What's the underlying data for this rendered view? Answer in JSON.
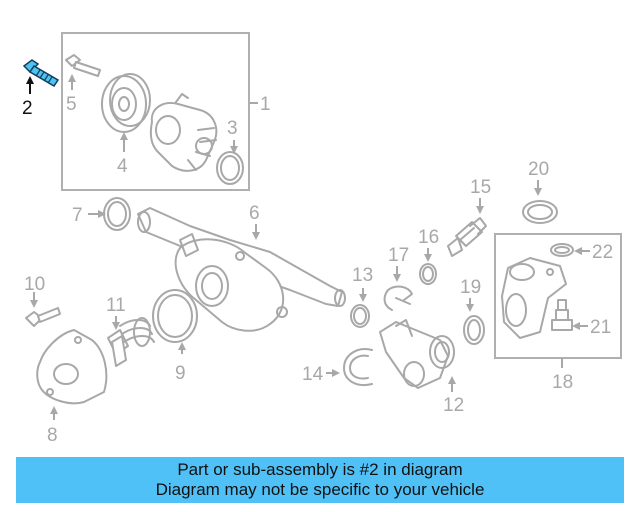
{
  "callouts": [
    {
      "n": "1"
    },
    {
      "n": "2"
    },
    {
      "n": "3"
    },
    {
      "n": "4"
    },
    {
      "n": "5"
    },
    {
      "n": "6"
    },
    {
      "n": "7"
    },
    {
      "n": "8"
    },
    {
      "n": "9"
    },
    {
      "n": "10"
    },
    {
      "n": "11"
    },
    {
      "n": "12"
    },
    {
      "n": "13"
    },
    {
      "n": "14"
    },
    {
      "n": "15"
    },
    {
      "n": "16"
    },
    {
      "n": "17"
    },
    {
      "n": "18"
    },
    {
      "n": "19"
    },
    {
      "n": "20"
    },
    {
      "n": "21"
    },
    {
      "n": "22"
    }
  ],
  "highlighted_part": "2",
  "colors": {
    "highlight": "#4fc1f2",
    "banner": "#4fc1f6",
    "lines": "#a8a8a8",
    "text": "#111111"
  },
  "banner": {
    "line1": "Part or sub-assembly is #2 in diagram",
    "line2": "Diagram may not be specific to your vehicle"
  }
}
